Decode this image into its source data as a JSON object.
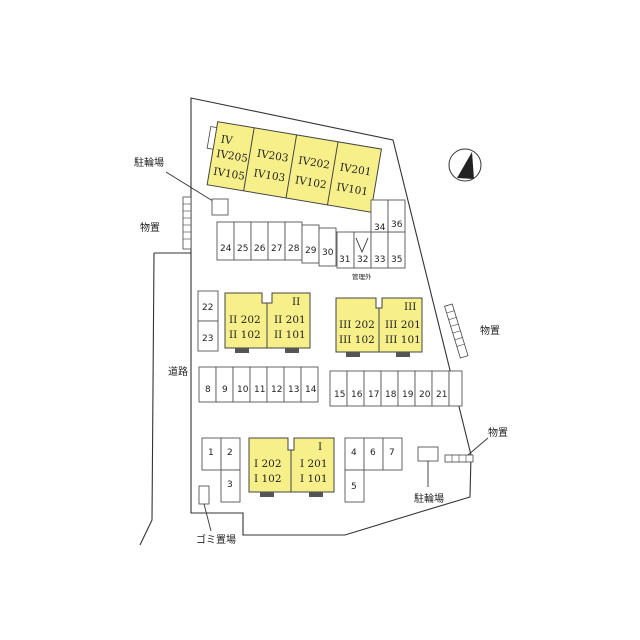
{
  "labels": {
    "bicycle_parking_top": "駐輪場",
    "storage_left": "物置",
    "road": "道路",
    "storage_right": "物置",
    "storage_bottom_right": "物置",
    "bicycle_parking_bottom": "駐輪場",
    "garbage": "ゴミ置場",
    "managed_outside": "管理外"
  },
  "buildings": {
    "iv": {
      "header": "IV",
      "units": [
        {
          "top": "IV205",
          "bottom": "IV105"
        },
        {
          "top": "IV203",
          "bottom": "IV103"
        },
        {
          "top": "IV202",
          "bottom": "IV102"
        },
        {
          "top": "IV201",
          "bottom": "IV101"
        }
      ]
    },
    "ii": {
      "header": "II",
      "units": [
        {
          "top": "II 202",
          "bottom": "II 102"
        },
        {
          "top": "II 201",
          "bottom": "II 101"
        }
      ]
    },
    "iii": {
      "header": "III",
      "units": [
        {
          "top": "III 202",
          "bottom": "III 102"
        },
        {
          "top": "III 201",
          "bottom": "III 101"
        }
      ]
    },
    "i": {
      "header": "I",
      "units": [
        {
          "top": "I 202",
          "bottom": "I 102"
        },
        {
          "top": "I 201",
          "bottom": "I 101"
        }
      ]
    }
  },
  "parking": {
    "row_top": [
      "24",
      "25",
      "26",
      "27",
      "28",
      "29",
      "30",
      "31",
      "32",
      "33",
      "34",
      "35",
      "36"
    ],
    "left_pair": [
      "22",
      "23"
    ],
    "row_middle": [
      "8",
      "9",
      "10",
      "11",
      "12",
      "13",
      "14",
      "15",
      "16",
      "17",
      "18",
      "19",
      "20",
      "21"
    ],
    "bottom_left": [
      "1",
      "2",
      "3"
    ],
    "bottom_right": [
      "4",
      "6",
      "7",
      "5"
    ]
  },
  "compass": {
    "icon": "north-arrow-icon"
  },
  "colors": {
    "building_fill": "#f7f08a"
  }
}
